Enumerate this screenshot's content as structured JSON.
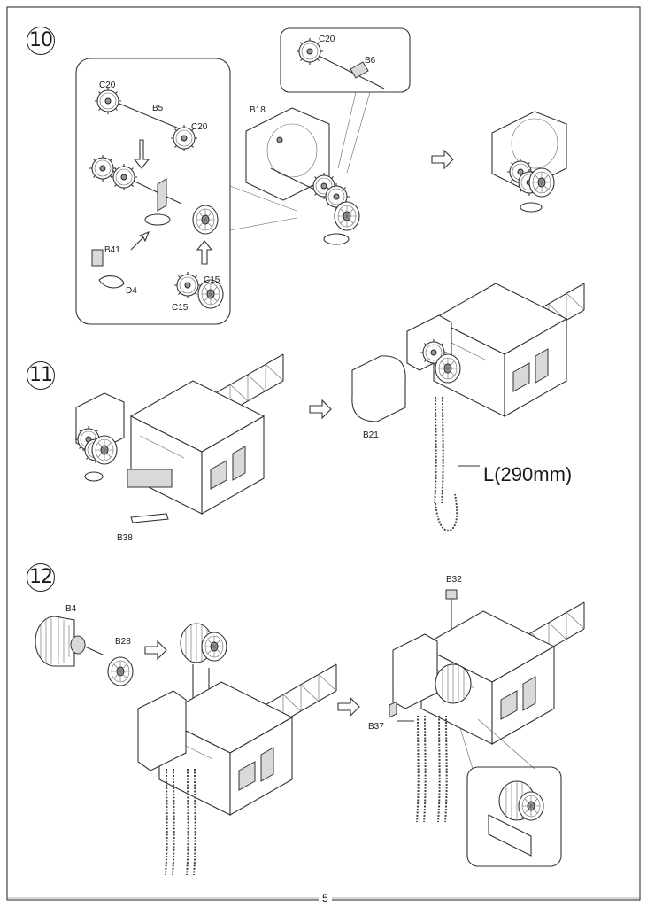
{
  "page": {
    "number": "5"
  },
  "steps": [
    {
      "number": "10",
      "labels": {
        "c20_a": "C20",
        "b5": "B5",
        "c20_b": "C20",
        "b41": "B41",
        "d4": "D4",
        "c15_a": "C15",
        "c15_b": "C15",
        "c20_c": "C20",
        "b6": "B6",
        "b18": "B18"
      }
    },
    {
      "number": "11",
      "labels": {
        "b38": "B38",
        "b21": "B21",
        "chain_length": "L(290mm)"
      }
    },
    {
      "number": "12",
      "labels": {
        "b4": "B4",
        "b28": "B28",
        "b32": "B32",
        "b37": "B37"
      }
    }
  ]
}
